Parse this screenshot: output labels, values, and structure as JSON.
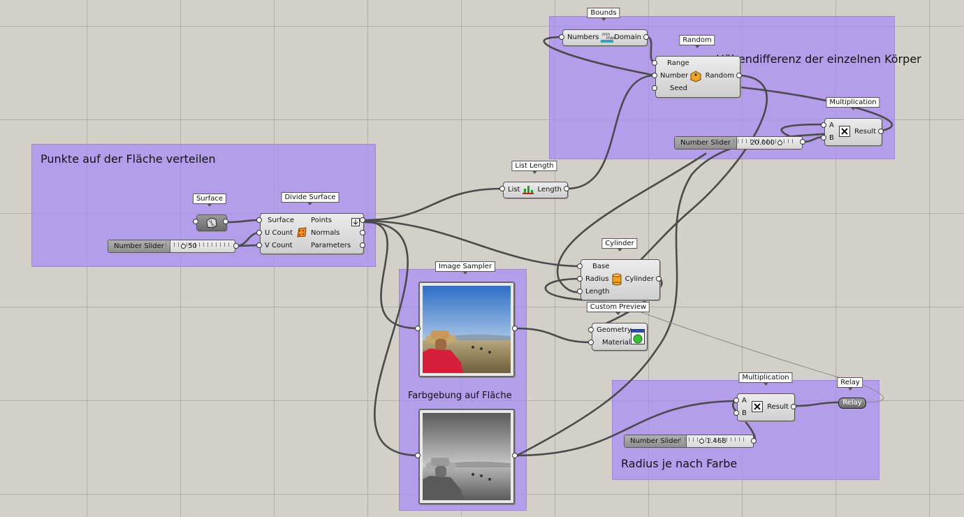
{
  "groups": {
    "height": "Höhendifferenz der einzelnen Körper",
    "points": "Punkte auf der Fläche verteilen",
    "color": "Farbgebung auf Fläche",
    "radius": "Radius je nach Farbe"
  },
  "components": {
    "bounds": {
      "tag": "Bounds",
      "in": "Numbers",
      "out": "Domain"
    },
    "random": {
      "tag": "Random",
      "in": [
        "Range",
        "Number",
        "Seed"
      ],
      "out": "Random"
    },
    "mult1": {
      "tag": "Multiplication",
      "in": [
        "A",
        "B"
      ],
      "out": "Result"
    },
    "slider_height": {
      "name": "Number Slider",
      "value": "20.000"
    },
    "list_length": {
      "tag": "List Length",
      "in": "List",
      "out": "Length"
    },
    "surface": {
      "tag": "Surface"
    },
    "divide": {
      "tag": "Divide Surface",
      "in": [
        "Surface",
        "U Count",
        "V Count"
      ],
      "out": [
        "Points",
        "Normals",
        "Parameters"
      ]
    },
    "slider_count": {
      "name": "Number Slider",
      "value": "50"
    },
    "cylinder": {
      "tag": "Cylinder",
      "in": [
        "Base",
        "Radius",
        "Length"
      ],
      "out": "Cylinder"
    },
    "image_sampler": {
      "tag": "Image Sampler"
    },
    "preview": {
      "tag": "Custom Preview",
      "in": [
        "Geometry",
        "Material"
      ]
    },
    "mult2": {
      "tag": "Multiplication",
      "in": [
        "A",
        "B"
      ],
      "out": "Result"
    },
    "relay": {
      "tag": "Relay",
      "label": "Relay"
    },
    "slider_radius": {
      "name": "Number Slider",
      "value": "1.468"
    }
  },
  "colors": {
    "canvas": "#d4d0c8",
    "group": "#b49cf0",
    "wire": "#4a4a4a"
  }
}
